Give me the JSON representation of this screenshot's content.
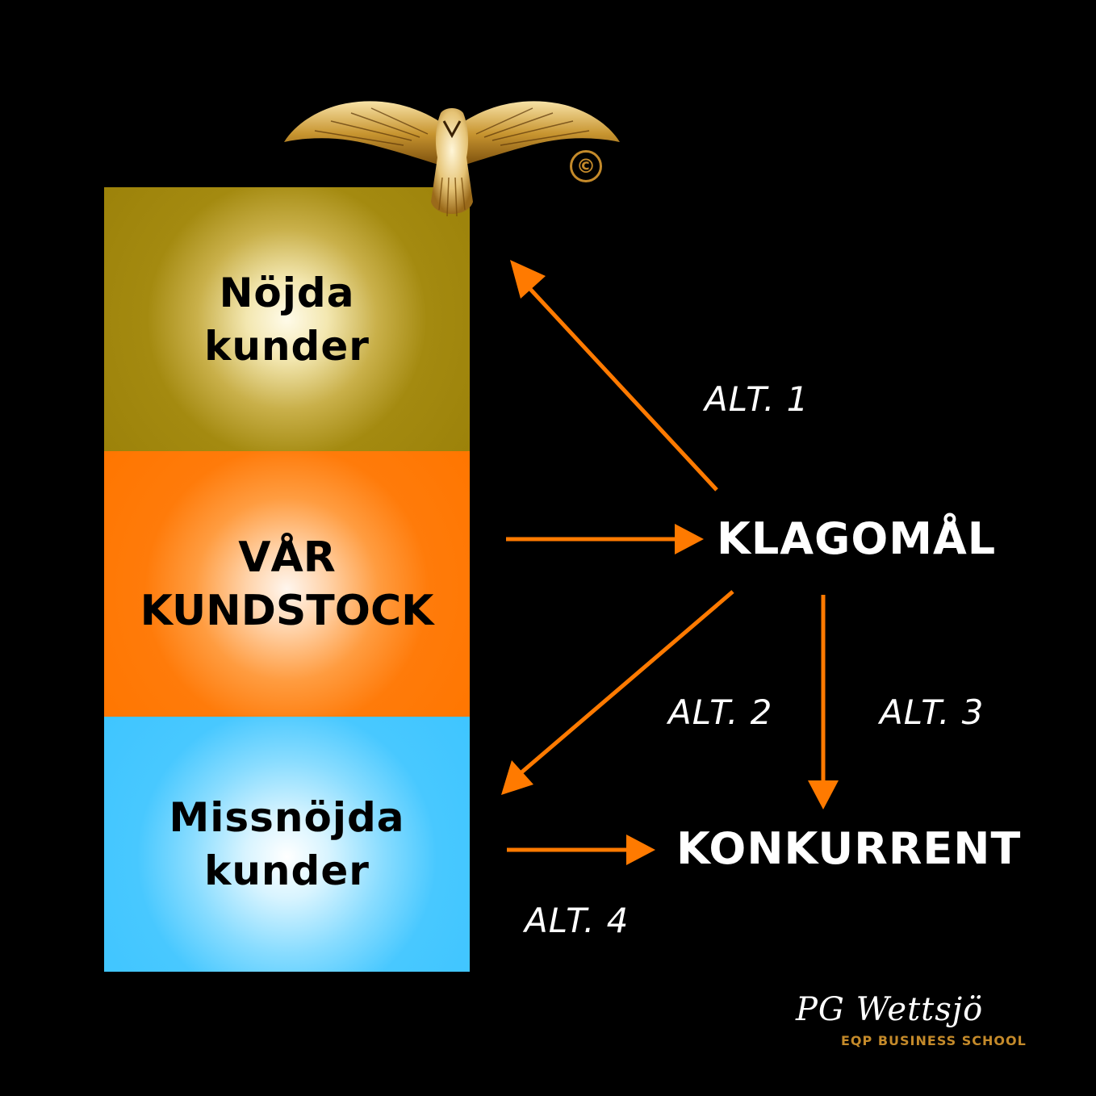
{
  "boxes": {
    "satisfied": {
      "line1": "Nöjda",
      "line2": "kunder"
    },
    "base": {
      "line1": "VÅR",
      "line2": "KUNDSTOCK"
    },
    "dissatisfied": {
      "line1": "Missnöjda",
      "line2": "kunder"
    }
  },
  "nodes": {
    "complaint": "KLAGOMÅL",
    "competitor": "KONKURRENT"
  },
  "alternatives": {
    "alt1": "ALT. 1",
    "alt2": "ALT. 2",
    "alt3": "ALT. 3",
    "alt4": "ALT. 4"
  },
  "logo": {
    "copyright": "©",
    "brand_script": "PG Wettsjö",
    "brand_sub": "EQP BUSINESS SCHOOL",
    "icon": "eagle-icon"
  },
  "colors": {
    "arrow": "#ff7a00",
    "gold": "#c48a2a"
  }
}
